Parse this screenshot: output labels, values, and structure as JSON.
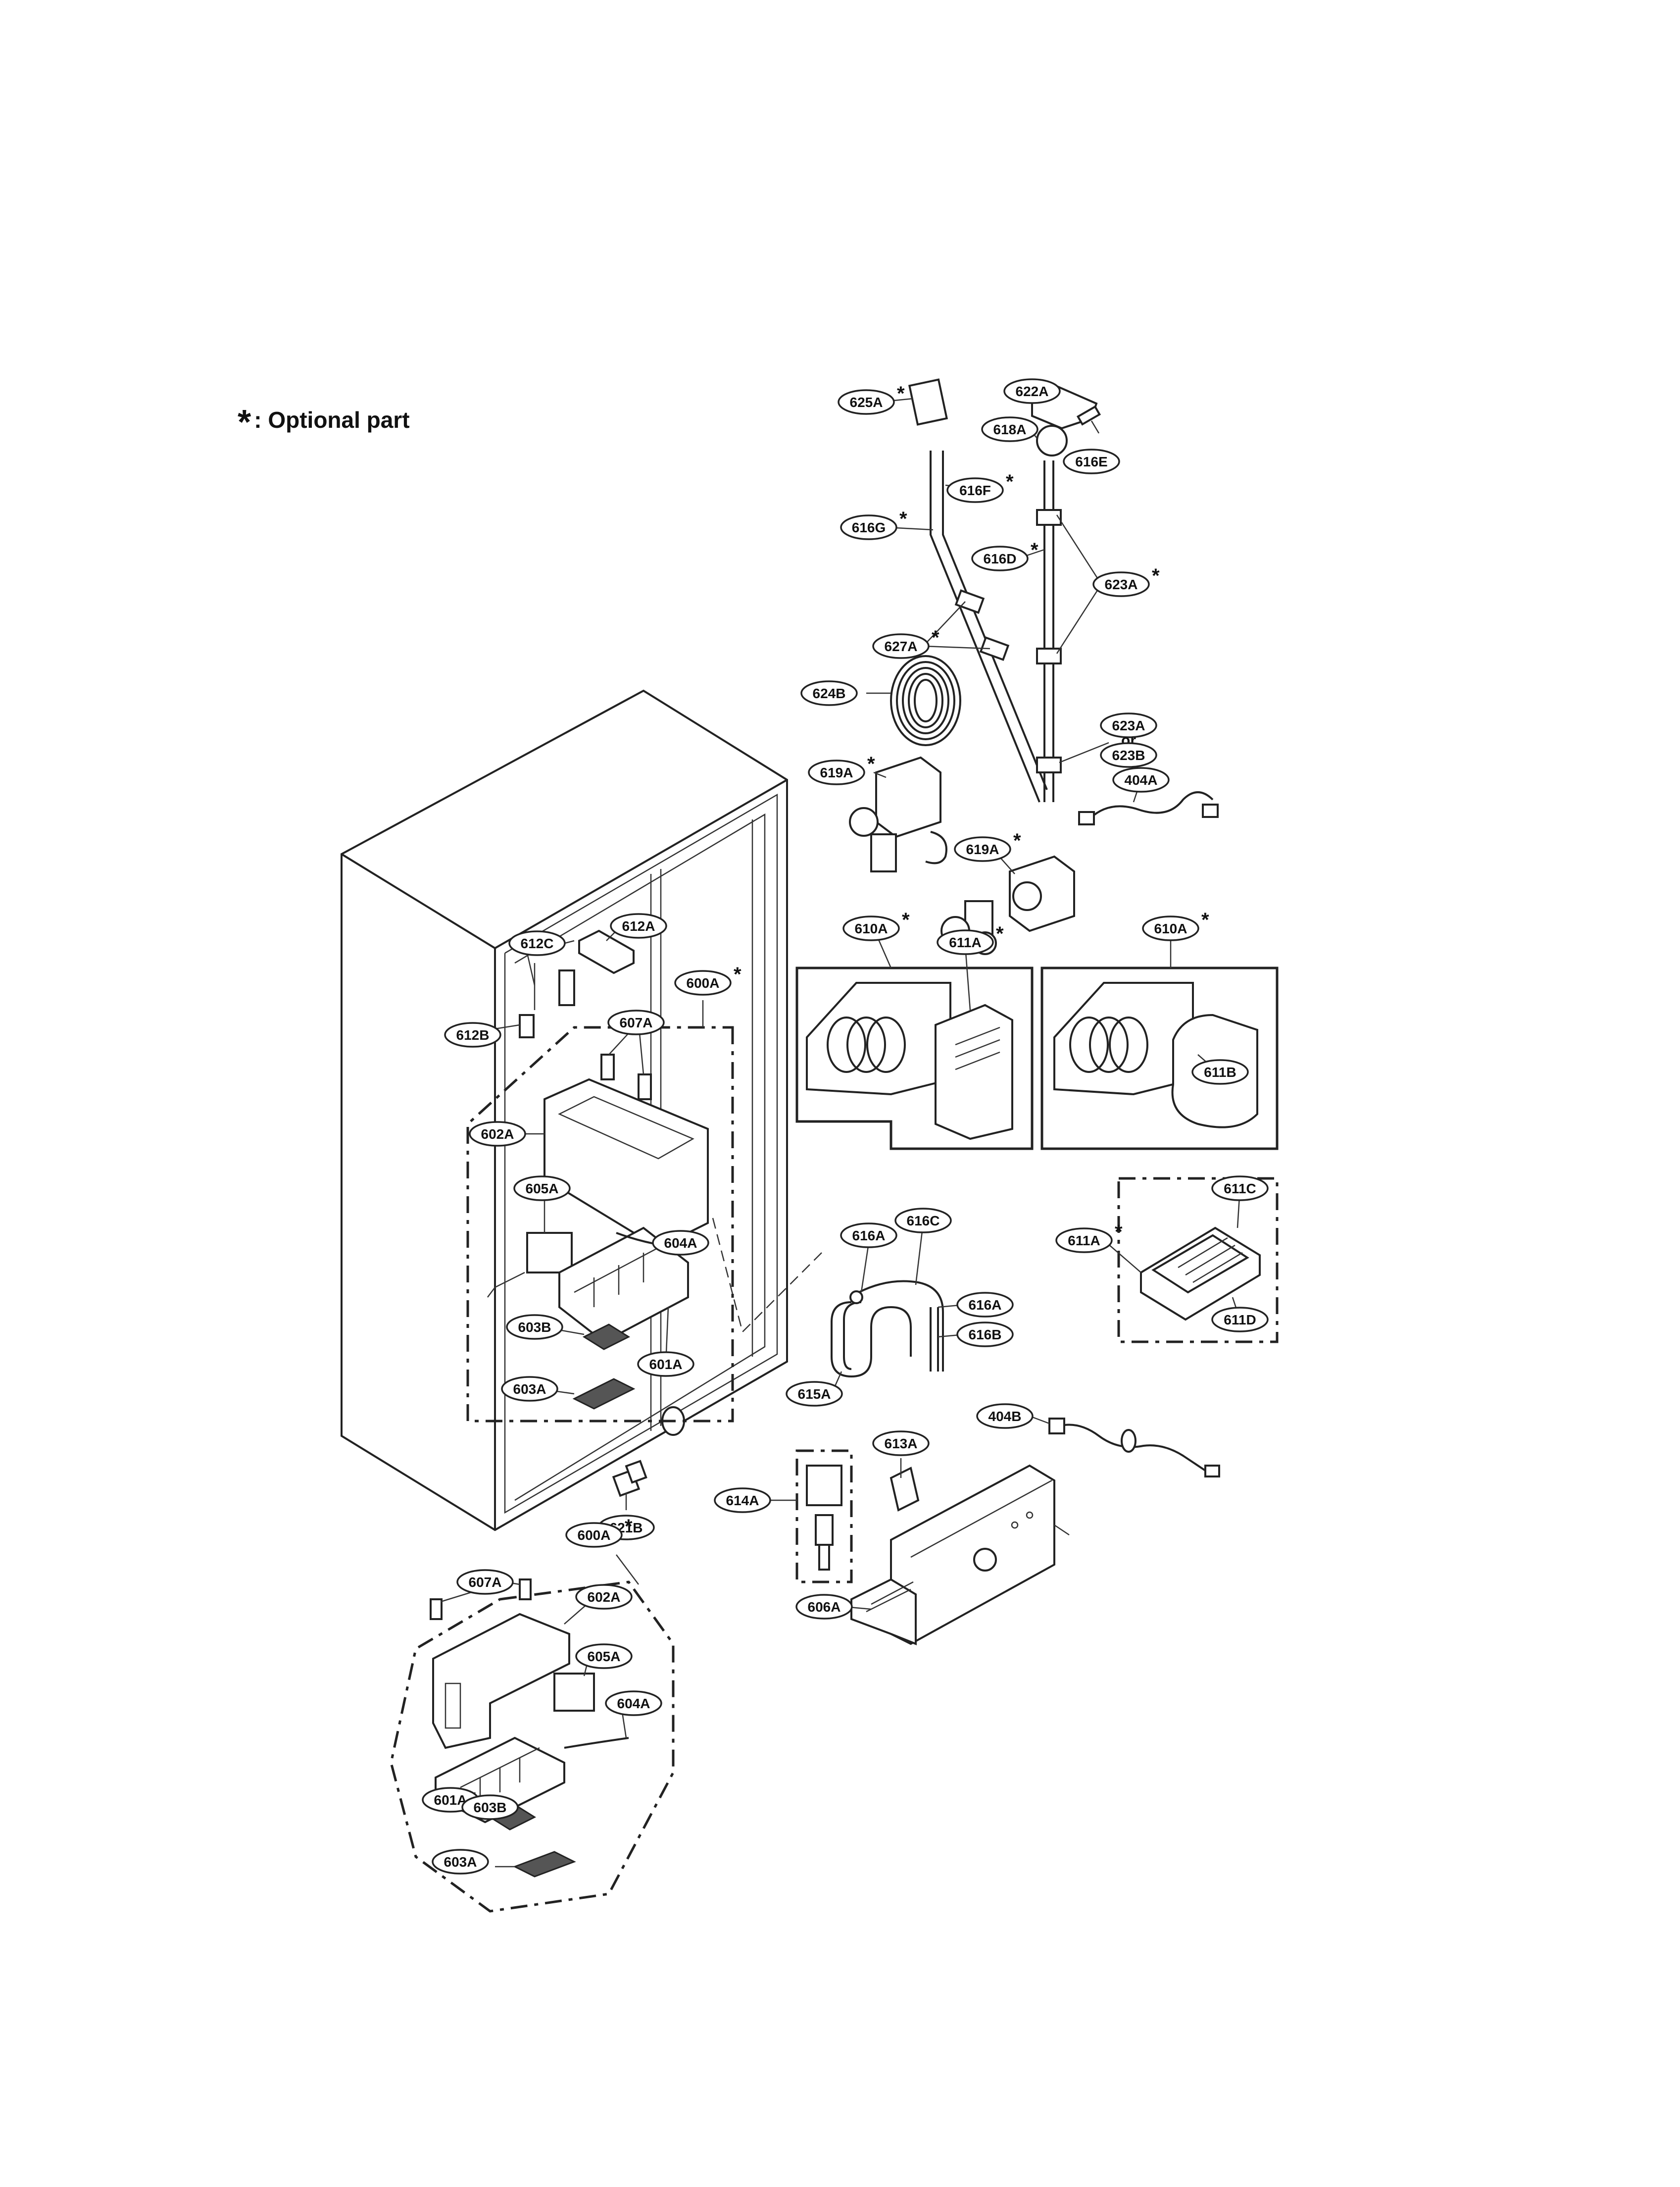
{
  "legend": {
    "star": "*",
    "text": ": Optional part"
  },
  "labels": [
    {
      "id": "lbl-625A",
      "text": "625A",
      "star": true
    },
    {
      "id": "lbl-622A",
      "text": "622A",
      "star": false
    },
    {
      "id": "lbl-618A",
      "text": "618A",
      "star": false
    },
    {
      "id": "lbl-616E",
      "text": "616E",
      "star": false
    },
    {
      "id": "lbl-616F",
      "text": "616F",
      "star": true
    },
    {
      "id": "lbl-616G",
      "text": "616G",
      "star": true
    },
    {
      "id": "lbl-616D",
      "text": "616D",
      "star": true
    },
    {
      "id": "lbl-623A-top",
      "text": "623A",
      "star": true
    },
    {
      "id": "lbl-627A",
      "text": "627A",
      "star": true
    },
    {
      "id": "lbl-624B",
      "text": "624B",
      "star": false
    },
    {
      "id": "lbl-623A-or",
      "text": "623A",
      "star": false
    },
    {
      "id": "lbl-or",
      "text": "or",
      "star": false
    },
    {
      "id": "lbl-623B",
      "text": "623B",
      "star": false
    },
    {
      "id": "lbl-619A-1",
      "text": "619A",
      "star": true
    },
    {
      "id": "lbl-404A",
      "text": "404A",
      "star": false
    },
    {
      "id": "lbl-619A-2",
      "text": "619A",
      "star": true
    },
    {
      "id": "lbl-610A-1",
      "text": "610A",
      "star": true
    },
    {
      "id": "lbl-611A-1",
      "text": "611A",
      "star": true
    },
    {
      "id": "lbl-610A-2",
      "text": "610A",
      "star": true
    },
    {
      "id": "lbl-611B",
      "text": "611B",
      "star": false
    },
    {
      "id": "lbl-612C",
      "text": "612C",
      "star": false
    },
    {
      "id": "lbl-612A",
      "text": "612A",
      "star": false
    },
    {
      "id": "lbl-612B",
      "text": "612B",
      "star": false
    },
    {
      "id": "lbl-600A-1",
      "text": "600A",
      "star": true
    },
    {
      "id": "lbl-607A-1",
      "text": "607A",
      "star": false
    },
    {
      "id": "lbl-602A-1",
      "text": "602A",
      "star": false
    },
    {
      "id": "lbl-605A-1",
      "text": "605A",
      "star": false
    },
    {
      "id": "lbl-604A-1",
      "text": "604A",
      "star": false
    },
    {
      "id": "lbl-603B-1",
      "text": "603B",
      "star": false
    },
    {
      "id": "lbl-601A-1",
      "text": "601A",
      "star": false
    },
    {
      "id": "lbl-603A-1",
      "text": "603A",
      "star": false
    },
    {
      "id": "lbl-611C",
      "text": "611C",
      "star": false
    },
    {
      "id": "lbl-611A-2",
      "text": "611A",
      "star": true
    },
    {
      "id": "lbl-611D",
      "text": "611D",
      "star": false
    },
    {
      "id": "lbl-616A-1",
      "text": "616A",
      "star": false
    },
    {
      "id": "lbl-616C",
      "text": "616C",
      "star": false
    },
    {
      "id": "lbl-616A-2",
      "text": "616A",
      "star": false
    },
    {
      "id": "lbl-616B",
      "text": "616B",
      "star": false
    },
    {
      "id": "lbl-615A",
      "text": "615A",
      "star": false
    },
    {
      "id": "lbl-404B",
      "text": "404B",
      "star": false
    },
    {
      "id": "lbl-613A",
      "text": "613A",
      "star": false
    },
    {
      "id": "lbl-614A",
      "text": "614A",
      "star": false
    },
    {
      "id": "lbl-606A",
      "text": "606A",
      "star": false
    },
    {
      "id": "lbl-621B",
      "text": "621B",
      "star": false
    },
    {
      "id": "lbl-600A-2",
      "text": "600A",
      "star": true
    },
    {
      "id": "lbl-607A-2",
      "text": "607A",
      "star": false
    },
    {
      "id": "lbl-602A-2",
      "text": "602A",
      "star": false
    },
    {
      "id": "lbl-605A-2",
      "text": "605A",
      "star": false
    },
    {
      "id": "lbl-604A-2",
      "text": "604A",
      "star": false
    },
    {
      "id": "lbl-601A-2",
      "text": "601A",
      "star": false
    },
    {
      "id": "lbl-603B-2",
      "text": "603B",
      "star": false
    },
    {
      "id": "lbl-603A-2",
      "text": "603A",
      "star": false
    }
  ]
}
